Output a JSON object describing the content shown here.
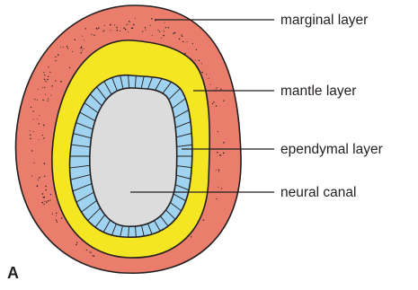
{
  "panel_letter": "A",
  "labels": {
    "marginal": "marginal layer",
    "mantle": "mantle layer",
    "ependymal": "ependymal layer",
    "canal": "neural canal"
  },
  "colors": {
    "marginal": "#ea7d6b",
    "mantle": "#f5e623",
    "ependymal": "#9fd3f0",
    "canal": "#dcdcdc",
    "outline": "#231f20"
  }
}
